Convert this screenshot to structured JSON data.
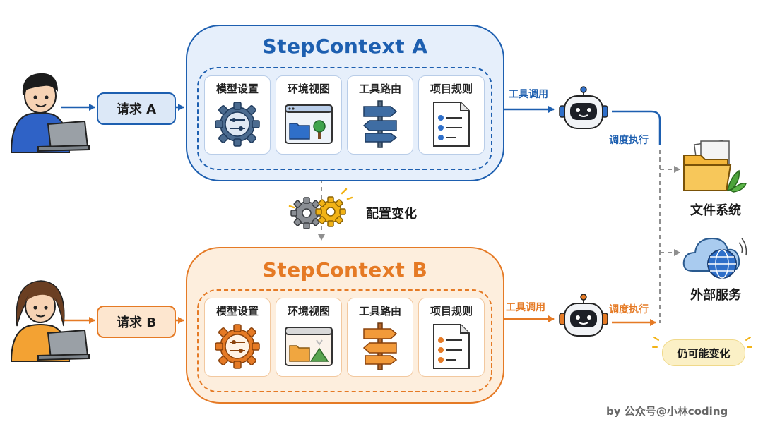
{
  "context_a": {
    "title": "StepContext A",
    "request": "请求 A",
    "tool_call_label": "工具调用",
    "dispatch_label": "调度执行",
    "cards": [
      "模型设置",
      "环境视图",
      "工具路由",
      "项目规则"
    ]
  },
  "context_b": {
    "title": "StepContext B",
    "request": "请求 B",
    "tool_call_label": "工具调用",
    "dispatch_label": "调度执行",
    "cards": [
      "模型设置",
      "环境视图",
      "工具路由",
      "项目规则"
    ]
  },
  "config_change": "配置变化",
  "destinations": {
    "filesystem": "文件系统",
    "external_service": "外部服务"
  },
  "still_may_change": "仍可能变化",
  "credit": "by 公众号@小林coding",
  "colors": {
    "blue": "#1d5fb0",
    "orange": "#e57a25",
    "gray": "#8f8f8f"
  },
  "icons": [
    "user-icon",
    "robot-icon",
    "gear-icon",
    "window-icon",
    "signpost-icon",
    "checklist-icon",
    "folder-icon",
    "cloud-globe-icon"
  ]
}
